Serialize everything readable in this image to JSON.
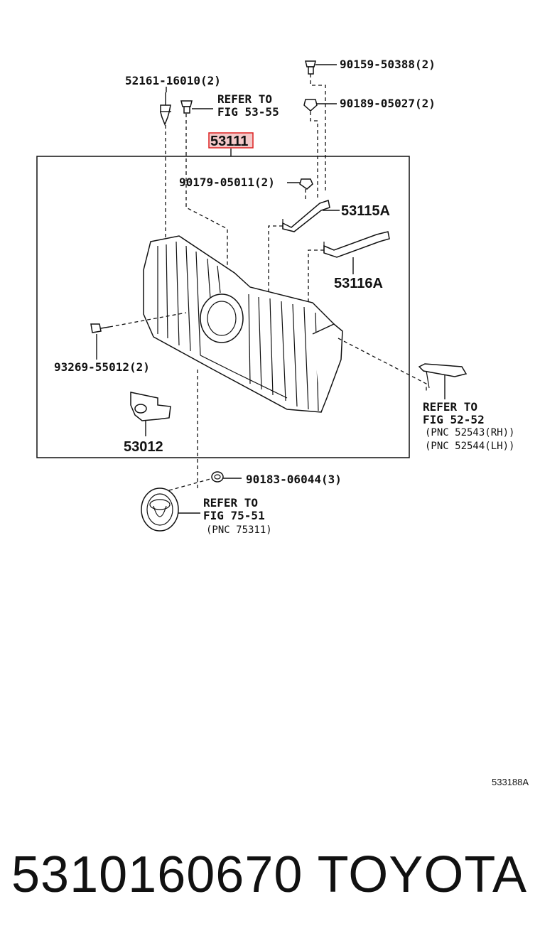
{
  "labels": {
    "l_52161": "52161-16010(2)",
    "l_refer_53": "REFER TO",
    "l_fig_53": "FIG 53-55",
    "l_90159": "90159-50388(2)",
    "l_90189": "90189-05027(2)",
    "l_53111": "53111",
    "l_90179": "90179-05011(2)",
    "l_53115a": "53115A",
    "l_53116a": "53116A",
    "l_93269": "93269-55012(2)",
    "l_53012": "53012",
    "l_refer_52": "REFER TO",
    "l_fig_52": "FIG 52-52",
    "l_pnc_rh": "(PNC 52543(RH))",
    "l_pnc_lh": "(PNC 52544(LH))",
    "l_90183": "90183-06044(3)",
    "l_refer_75": "REFER TO",
    "l_fig_75": "FIG 75-51",
    "l_pnc_75311": "(PNC 75311)"
  },
  "diagram_code": "533188A",
  "footer": {
    "part_number": "5310160670",
    "brand": "TOYOTA"
  },
  "highlight_color": "#d22222"
}
